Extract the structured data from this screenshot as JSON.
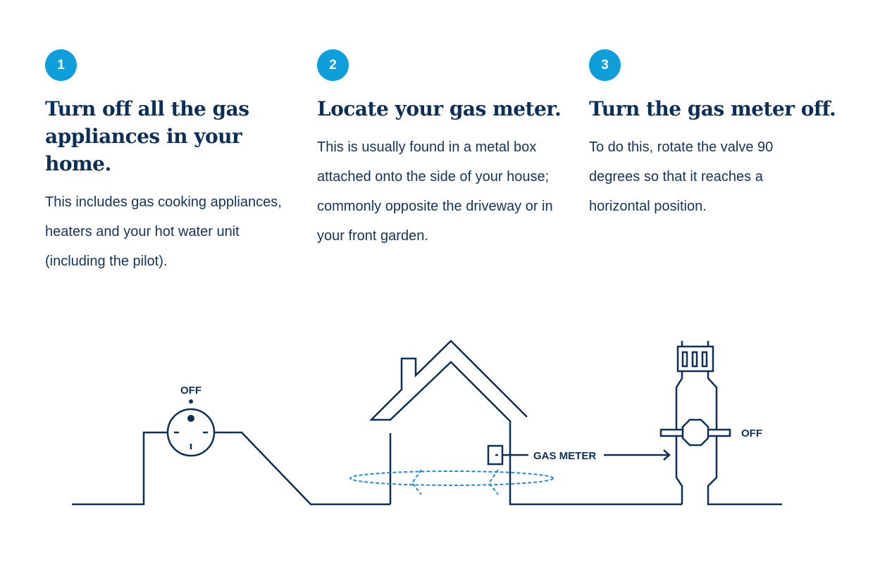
{
  "steps": [
    {
      "number": "1",
      "title": "Turn off all the gas appliances in your home.",
      "body": "This includes gas cooking appliances, heaters and your hot water unit (including the pilot)."
    },
    {
      "number": "2",
      "title": "Locate your gas meter.",
      "body": "This is usually found in a metal box attached onto the side of your house; commonly opposite the driveway or in your front garden."
    },
    {
      "number": "3",
      "title": "Turn the gas meter off.",
      "body": "To do this, rotate the valve 90 degrees so that it reaches a horizontal position."
    }
  ],
  "illustration": {
    "appliance_label": "OFF",
    "meter_label": "GAS METER",
    "valve_label": "OFF"
  },
  "colors": {
    "accent": "#0d9fdc",
    "navy": "#0c2f5a"
  }
}
